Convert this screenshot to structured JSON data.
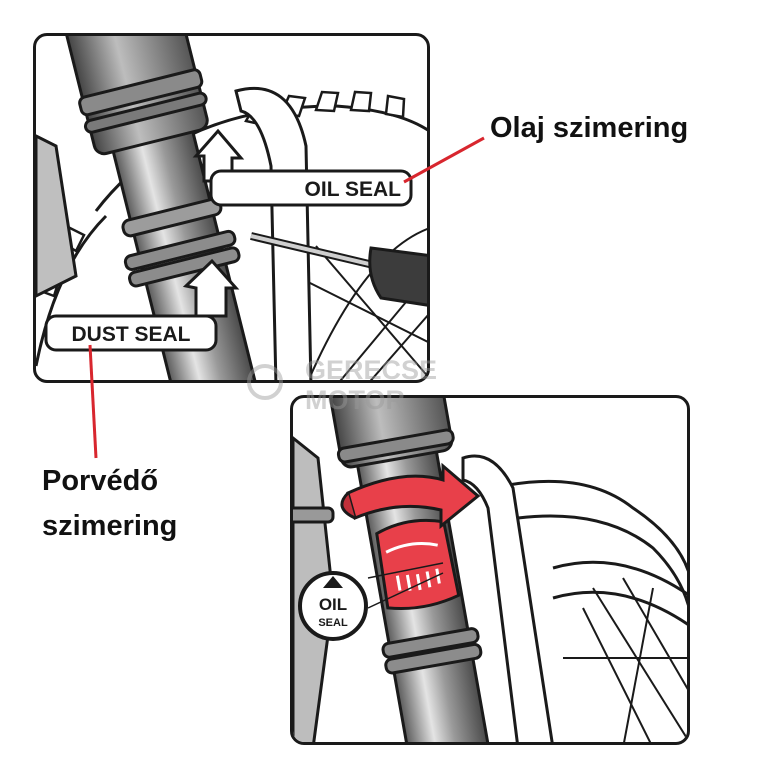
{
  "figure": {
    "top_panel": {
      "oil_seal_label": "OIL SEAL",
      "dust_seal_label": "DUST SEAL"
    },
    "bottom_panel": {
      "badge_line1": "OIL",
      "badge_line2": "SEAL"
    },
    "callouts": {
      "oil_seal_hu": "Olaj szimering",
      "dust_seal_hu_line1": "Porvédő",
      "dust_seal_hu_line2": "szimering"
    },
    "watermark": {
      "line1": "GERECSE",
      "line2": "MOTOR"
    },
    "colors": {
      "line": "#1a1a1a",
      "accent_red": "#d8262e",
      "highlight_red": "#e8404a",
      "metal_dark": "#6d6d6d",
      "metal_light": "#cfcfcf",
      "watermark": "#9a9a9a"
    }
  }
}
